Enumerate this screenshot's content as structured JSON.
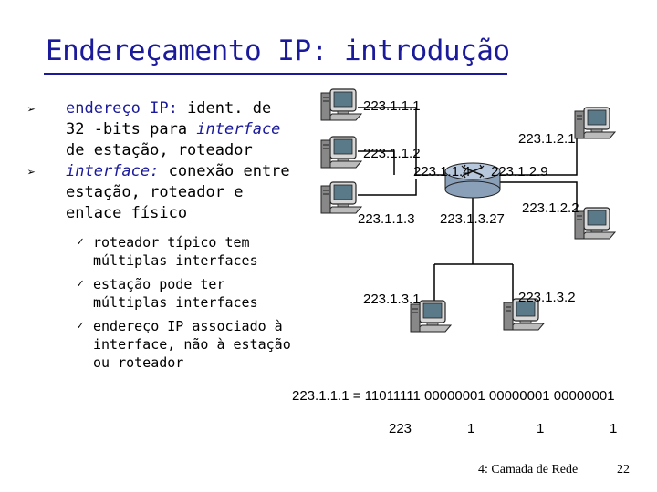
{
  "title": "Endereçamento IP: introdução",
  "bullets": [
    {
      "highlight": "endereço IP:",
      "text": " ident. de 32 -bits para ",
      "italic": "interface",
      "text2": " de estação, roteador"
    },
    {
      "highlight": "interface:",
      "text": " conexão entre estação, roteador e enlace físico"
    }
  ],
  "sub_bullets": [
    "roteador típico tem múltiplas interfaces",
    "estação pode ter múltiplas interfaces",
    "endereço IP associado à interface, não à estação ou roteador"
  ],
  "addresses": {
    "h111": "223.1.1.1",
    "h112": "223.1.1.2",
    "r114": "223.1.1.4",
    "h113": "223.1.1.3",
    "r1327": "223.1.3.27",
    "h121": "223.1.2.1",
    "r129": "223.1.2.9",
    "h122": "223.1.2.2",
    "h131": "223.1.3.1",
    "h132": "223.1.3.2"
  },
  "binary": {
    "equation": "223.1.1.1 = 11011111 00000001 00000001 00000001",
    "dec1": "223",
    "dec2": "1",
    "dec3": "1",
    "dec4": "1"
  },
  "footer": {
    "chapter": "4: Camada de Rede",
    "page": "22"
  },
  "colors": {
    "title": "#1a1a9a",
    "router_body": "#b8c8dc",
    "monitor_screen": "#5a7a8a"
  }
}
